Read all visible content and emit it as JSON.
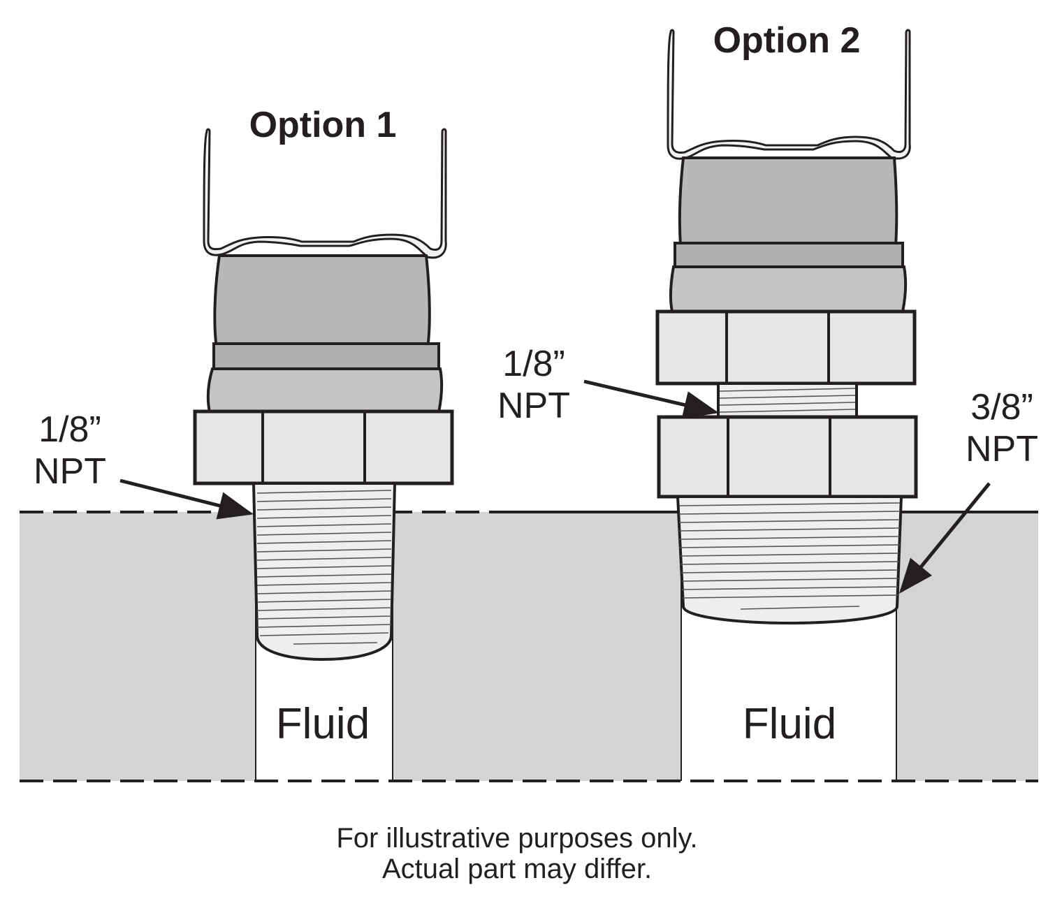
{
  "options": [
    {
      "title": "Option 1",
      "callouts": [
        {
          "line1": "1/8”",
          "line2": "NPT"
        }
      ],
      "fluid_label": "Fluid"
    },
    {
      "title": "Option 2",
      "callouts": [
        {
          "line1": "1/8”",
          "line2": "NPT"
        },
        {
          "line1": "3/8”",
          "line2": "NPT"
        }
      ],
      "fluid_label": "Fluid"
    }
  ],
  "footnote": {
    "line1": "For illustrative purposes only.",
    "line2": "Actual part may differ."
  },
  "colors": {
    "outline": "#231f20",
    "wall": "#d4d4d4",
    "body_dark": "#b8b8b8",
    "body_light": "#dcdcdc",
    "hex_fill": "#e6e6e6",
    "thread_fill": "#eeeeee",
    "wire": "#f2f2f2"
  }
}
